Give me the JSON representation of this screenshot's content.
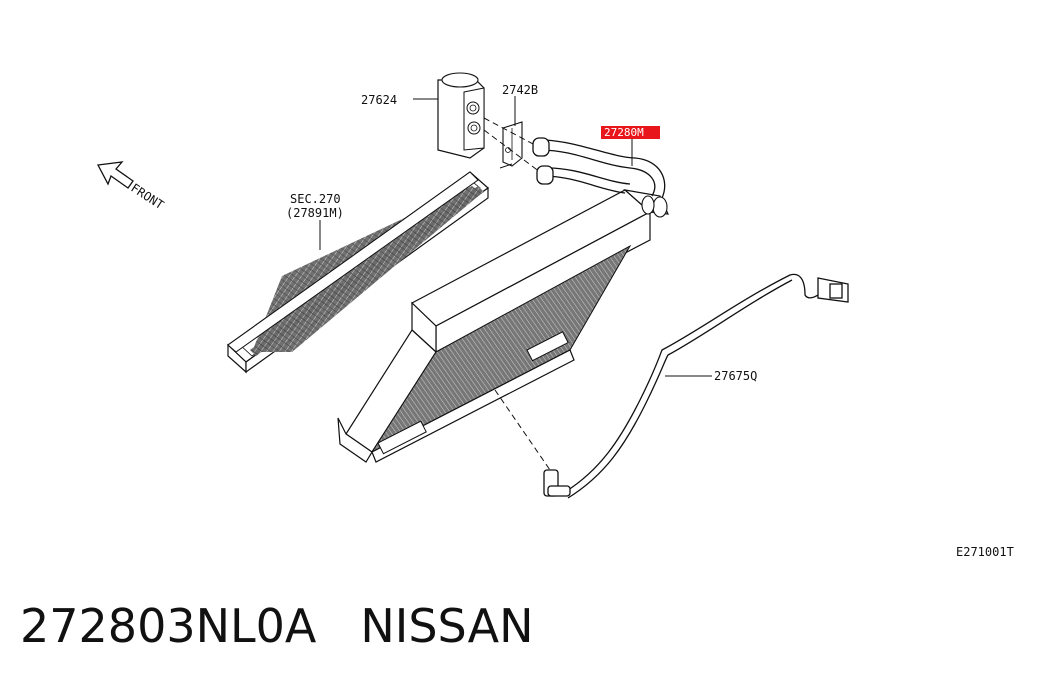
{
  "diagram": {
    "labels": {
      "front": "FRONT",
      "sec_line1": "SEC.270",
      "sec_line2": "(27891M)",
      "expansion_valve": "27624",
      "bracket": "2742B",
      "highlighted_part": "27280M",
      "sensor_harness": "27675Q",
      "diagram_code": "E271001T"
    },
    "colors": {
      "highlight": "#e8161b",
      "line": "#111111"
    }
  },
  "caption": {
    "part_number": "272803NL0A",
    "brand": "NISSAN"
  }
}
